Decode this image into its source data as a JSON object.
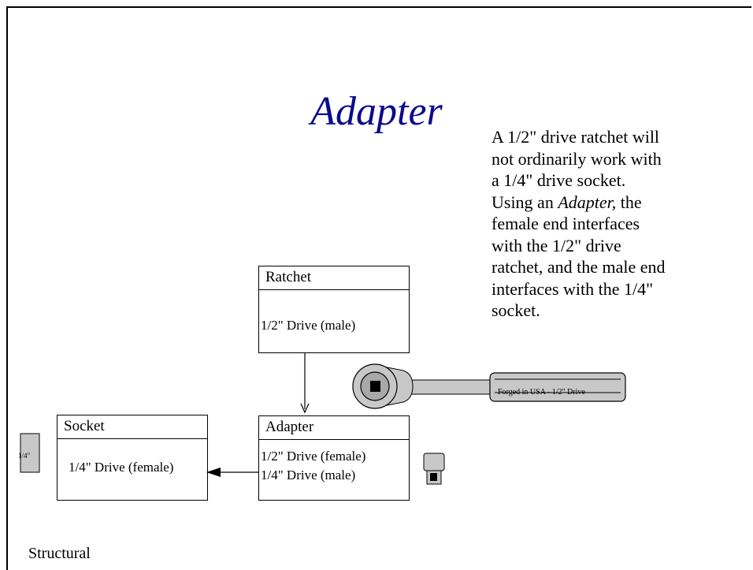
{
  "title": "Adapter",
  "description": {
    "line1": "A 1/2\" drive ratchet will",
    "line2": "not ordinarily work with",
    "line3": "a 1/4\" drive socket.",
    "line4_pre": "Using an ",
    "line4_em": "Adapter,",
    "line4_post": " the",
    "line5": "female end interfaces",
    "line6": "with the 1/2\" drive",
    "line7": "ratchet, and the male end",
    "line8": "interfaces with the 1/4\"",
    "line9": "socket."
  },
  "classes": {
    "ratchet": {
      "name": "Ratchet",
      "attr1": "1/2\" Drive (male)"
    },
    "adapter": {
      "name": "Adapter",
      "attr1": "1/2\" Drive (female)",
      "attr2": "1/4\" Drive (male)"
    },
    "socket": {
      "name": "Socket",
      "attr1": "1/4\" Drive (female)"
    }
  },
  "illustrations": {
    "ratchet_handle_text": "Forged in USA - 1/2\" Drive",
    "socket_label": "1/4\""
  },
  "footer": "Structural"
}
